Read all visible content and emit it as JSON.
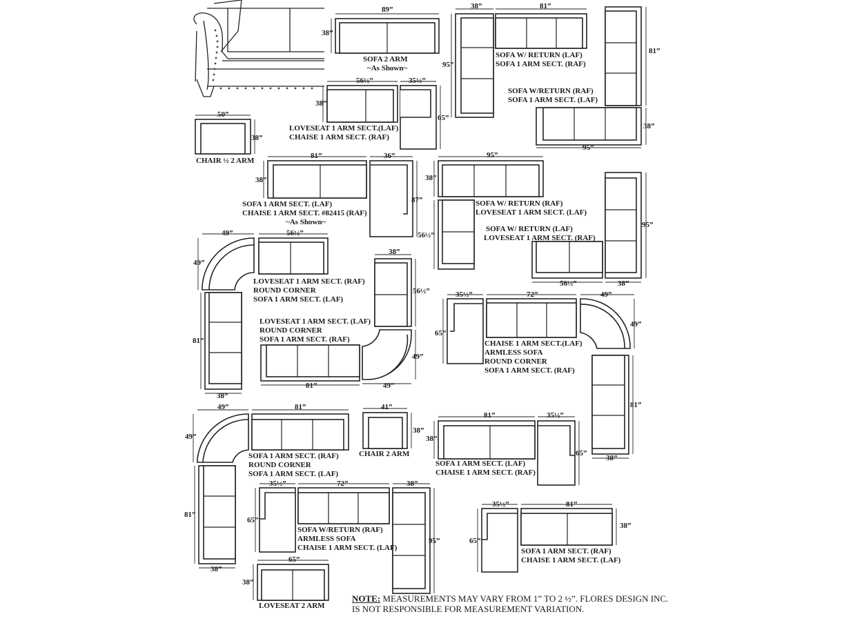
{
  "labels": {
    "sofa2arm": [
      "SOFA 2 ARM",
      "~As Shown~"
    ],
    "sofaReturnLaf": [
      "SOFA W/ RETURN (LAF)",
      "SOFA 1 ARM SECT. (RAF)"
    ],
    "sofaReturnRaf": [
      "SOFA W/RETURN (RAF)",
      "SOFA 1 ARM SECT. (LAF)"
    ],
    "chair": [
      "CHAIR ½ 2 ARM"
    ],
    "loveseatChaise": [
      "LOVESEAT 1 ARM SECT.(LAF)",
      "CHAISE 1 ARM SECT. (RAF)"
    ],
    "sofaChaise82415": [
      "SOFA 1 ARM SECT. (LAF)",
      "CHAISE 1 ARM SECT. #82415 (RAF)",
      "~As Shown~"
    ],
    "sofaReturnLoveseatLaf": [
      "SOFA W/ RETURN (RAF)",
      "LOVESEAT 1 ARM SECT. (LAF)"
    ],
    "sofaReturnLoveseatRaf": [
      "SOFA  W/ RETURN (LAF)",
      "LOVESEAT 1 ARM SECT. (RAF)"
    ],
    "loveseatRoundSofa1": [
      "LOVESEAT 1 ARM SECT. (RAF)",
      "ROUND CORNER",
      "SOFA 1 ARM SECT. (LAF)"
    ],
    "loveseatRoundSofa2": [
      "LOVESEAT 1 ARM SECT. (LAF)",
      "ROUND CORNER",
      "SOFA 1 ARM SECT. (RAF)"
    ],
    "chaiseArmlessRound": [
      "CHAISE 1 ARM SECT.(LAF)",
      "ARMLESS SOFA",
      "ROUND CORNER",
      "SOFA 1 ARM SECT. (RAF)"
    ],
    "sofaRoundSofa": [
      "SOFA 1 ARM SECT. (RAF)",
      "ROUND CORNER",
      "SOFA 1 ARM SECT. (LAF)"
    ],
    "chair2arm": [
      "CHAIR 2 ARM"
    ],
    "sofaChaiseRaf": [
      "SOFA 1 ARM SECT. (LAF)",
      "CHAISE 1 ARM SECT. (RAF)"
    ],
    "sofaReturnArmless": [
      "SOFA W/RETURN (RAF)",
      "ARMLESS SOFA",
      "CHAISE 1 ARM SECT. (LAF)"
    ],
    "sofaChaiseLaf": [
      "SOFA 1 ARM SECT. (RAF)",
      "CHAISE 1 ARM SECT. (LAF)"
    ],
    "loveseat2arm": [
      "LOVESEAT 2 ARM"
    ]
  },
  "dimensions": [
    "89”",
    "38”",
    "38”",
    "81”",
    "95”",
    "81”",
    "38”",
    "95”",
    "56½”",
    "35½”",
    "38”",
    "65”",
    "50”",
    "38”",
    "81”",
    "36”",
    "38”",
    "87”",
    "95”",
    "38”",
    "56½”",
    "95”",
    "56½”",
    "38”",
    "49”",
    "49”",
    "56½”",
    "38”",
    "56½”",
    "81”",
    "38”",
    "49”",
    "49”",
    "81”",
    "35½”",
    "72”",
    "49”",
    "49”",
    "65”",
    "81”",
    "38”",
    "49”",
    "49”",
    "81”",
    "41”",
    "38”",
    "81”",
    "35½”",
    "38”",
    "65”",
    "81”",
    "38”",
    "35½”",
    "72”",
    "65”",
    "38”",
    "95”",
    "35½”",
    "81”",
    "65”",
    "38”",
    "65”",
    "38”"
  ],
  "note": {
    "lead": "NOTE:",
    "text": " MEASUREMENTS MAY VARY FROM 1” TO 2 ½”. FLORES DESIGN INC.",
    "line2": "IS NOT RESPONSIBLE FOR MEASUREMENT VARIATION."
  }
}
